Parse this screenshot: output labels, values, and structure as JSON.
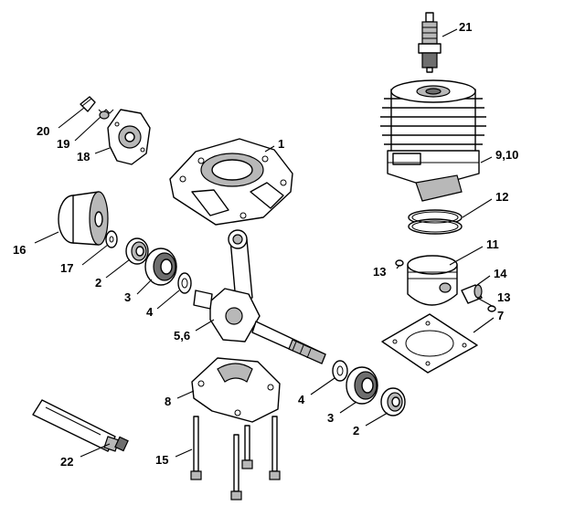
{
  "callouts": {
    "c1": "1",
    "c2a": "2",
    "c2b": "2",
    "c3a": "3",
    "c3b": "3",
    "c4a": "4",
    "c4b": "4",
    "c56": "5,6",
    "c7": "7",
    "c8": "8",
    "c910": "9,10",
    "c11": "11",
    "c12": "12",
    "c13a": "13",
    "c13b": "13",
    "c14": "14",
    "c15": "15",
    "c16": "16",
    "c17": "17",
    "c18": "18",
    "c19": "19",
    "c20": "20",
    "c21": "21",
    "c22": "22"
  },
  "colors": {
    "line": "#000000",
    "shade": "#b8b8b8",
    "dark": "#6e6e6e",
    "background": "#ffffff"
  }
}
